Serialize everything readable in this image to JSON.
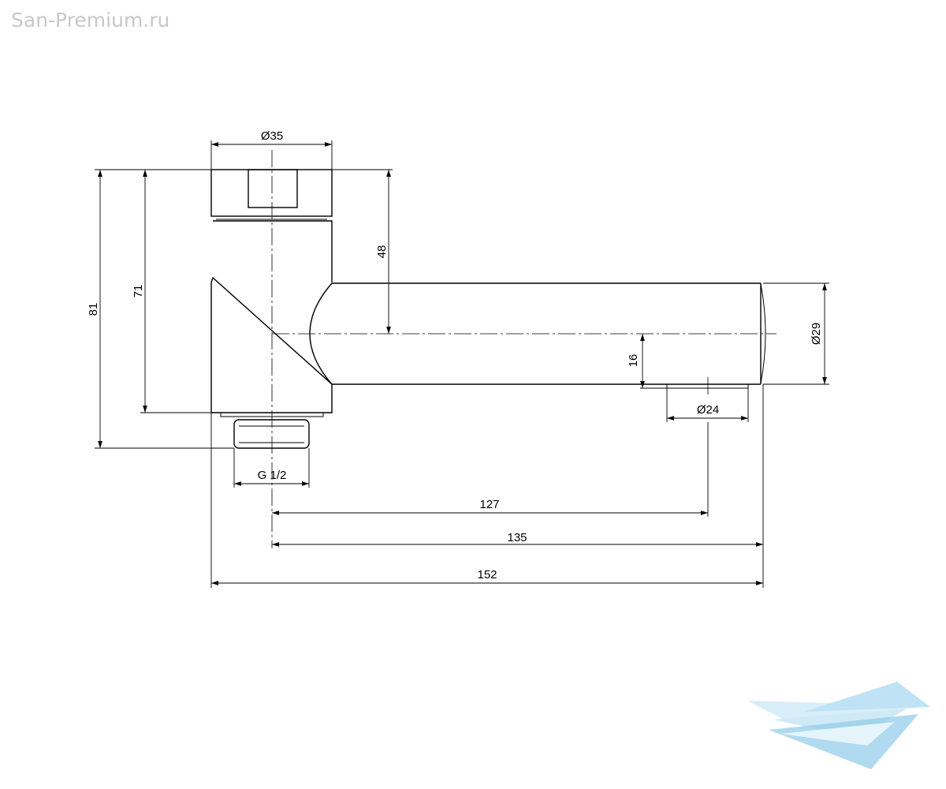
{
  "watermark": {
    "site": "San-Premium.ru",
    "logo_colors": [
      "#bfe3f4",
      "#8fcbe8",
      "#d8eef8"
    ]
  },
  "drawing": {
    "line_color": "#000000",
    "dimensions": {
      "body_diameter": "Ø35",
      "total_height": "81",
      "body_height": "71",
      "spout_axis_height": "48",
      "aerator_offset": "16",
      "spout_diameter": "Ø29",
      "aerator_diameter": "Ø24",
      "thread": "G 1/2",
      "axis_to_aerator": "127",
      "axis_to_spout_end": "135",
      "total_length": "152"
    }
  }
}
